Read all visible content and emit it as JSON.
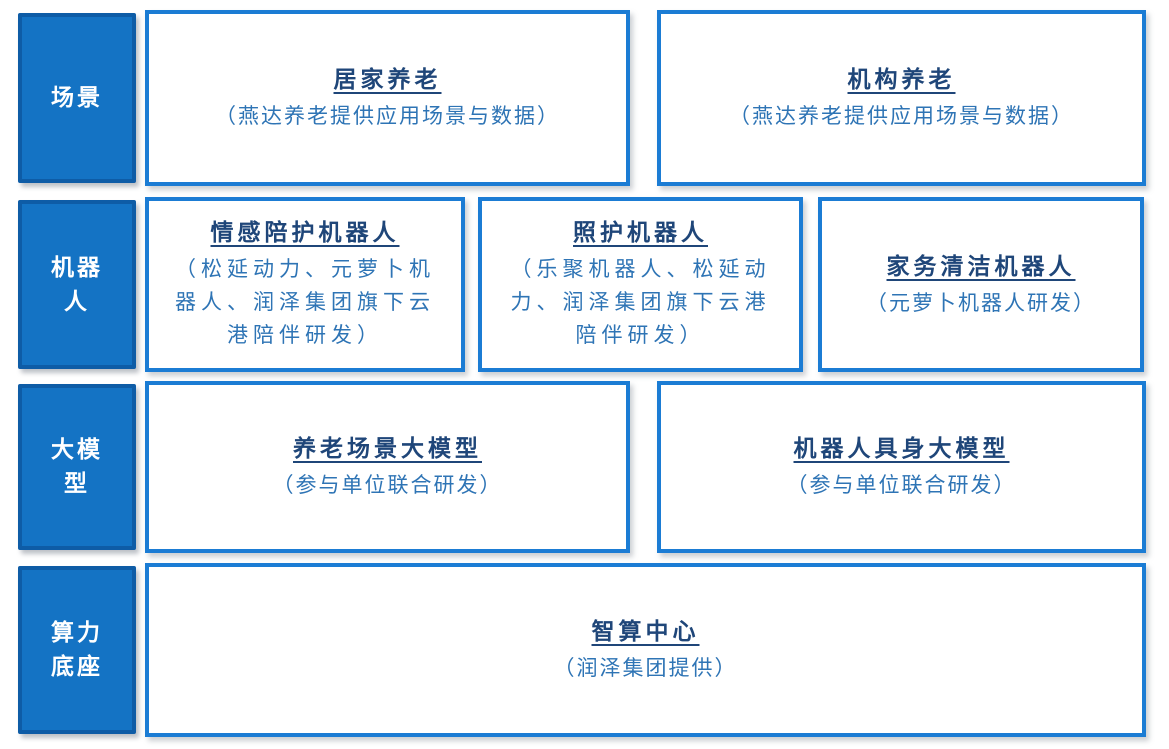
{
  "colors": {
    "label_fill": "#1473C4",
    "label_border": "#0E5CA6",
    "label_text": "#FFFFFF",
    "box_border": "#1B7CD4",
    "box_fill": "#FFFFFF",
    "title_text": "#1F4679",
    "sub_text": "#2E74B5"
  },
  "rows": [
    {
      "label": "场景",
      "boxes": [
        {
          "title": "居家养老",
          "sub": "（燕达养老提供应用场景与数据）"
        },
        {
          "title": "机构养老",
          "sub": "（燕达养老提供应用场景与数据）"
        }
      ]
    },
    {
      "label": "机器\n人",
      "boxes": [
        {
          "title": "情感陪护机器人",
          "sub": "（松延动力、元萝卜机\n器人、润泽集团旗下云\n港陪伴研发）"
        },
        {
          "title": "照护机器人",
          "sub": "（乐聚机器人、松延动\n力、润泽集团旗下云港\n陪伴研发）"
        },
        {
          "title": "家务清洁机器人",
          "sub": "（元萝卜机器人研发）"
        }
      ]
    },
    {
      "label": "大模\n型",
      "boxes": [
        {
          "title": "养老场景大模型",
          "sub": "（参与单位联合研发）"
        },
        {
          "title": "机器人具身大模型",
          "sub": "（参与单位联合研发）"
        }
      ]
    },
    {
      "label": "算力\n底座",
      "boxes": [
        {
          "title": "智算中心",
          "sub": "（润泽集团提供）"
        }
      ]
    }
  ]
}
